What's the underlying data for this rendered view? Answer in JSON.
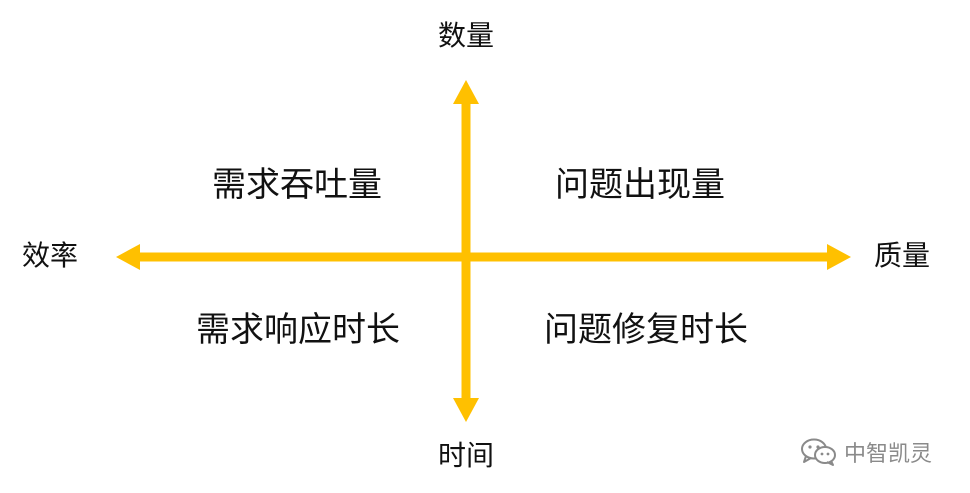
{
  "axes": {
    "top": "数量",
    "bottom": "时间",
    "left": "效率",
    "right": "质量",
    "color": "#FFC000"
  },
  "quadrants": {
    "top_left": "需求吞吐量",
    "top_right": "问题出现量",
    "bottom_left": "需求响应时长",
    "bottom_right": "问题修复时长"
  },
  "watermark": {
    "text": "中智凯灵",
    "icon": "wechat-icon"
  }
}
